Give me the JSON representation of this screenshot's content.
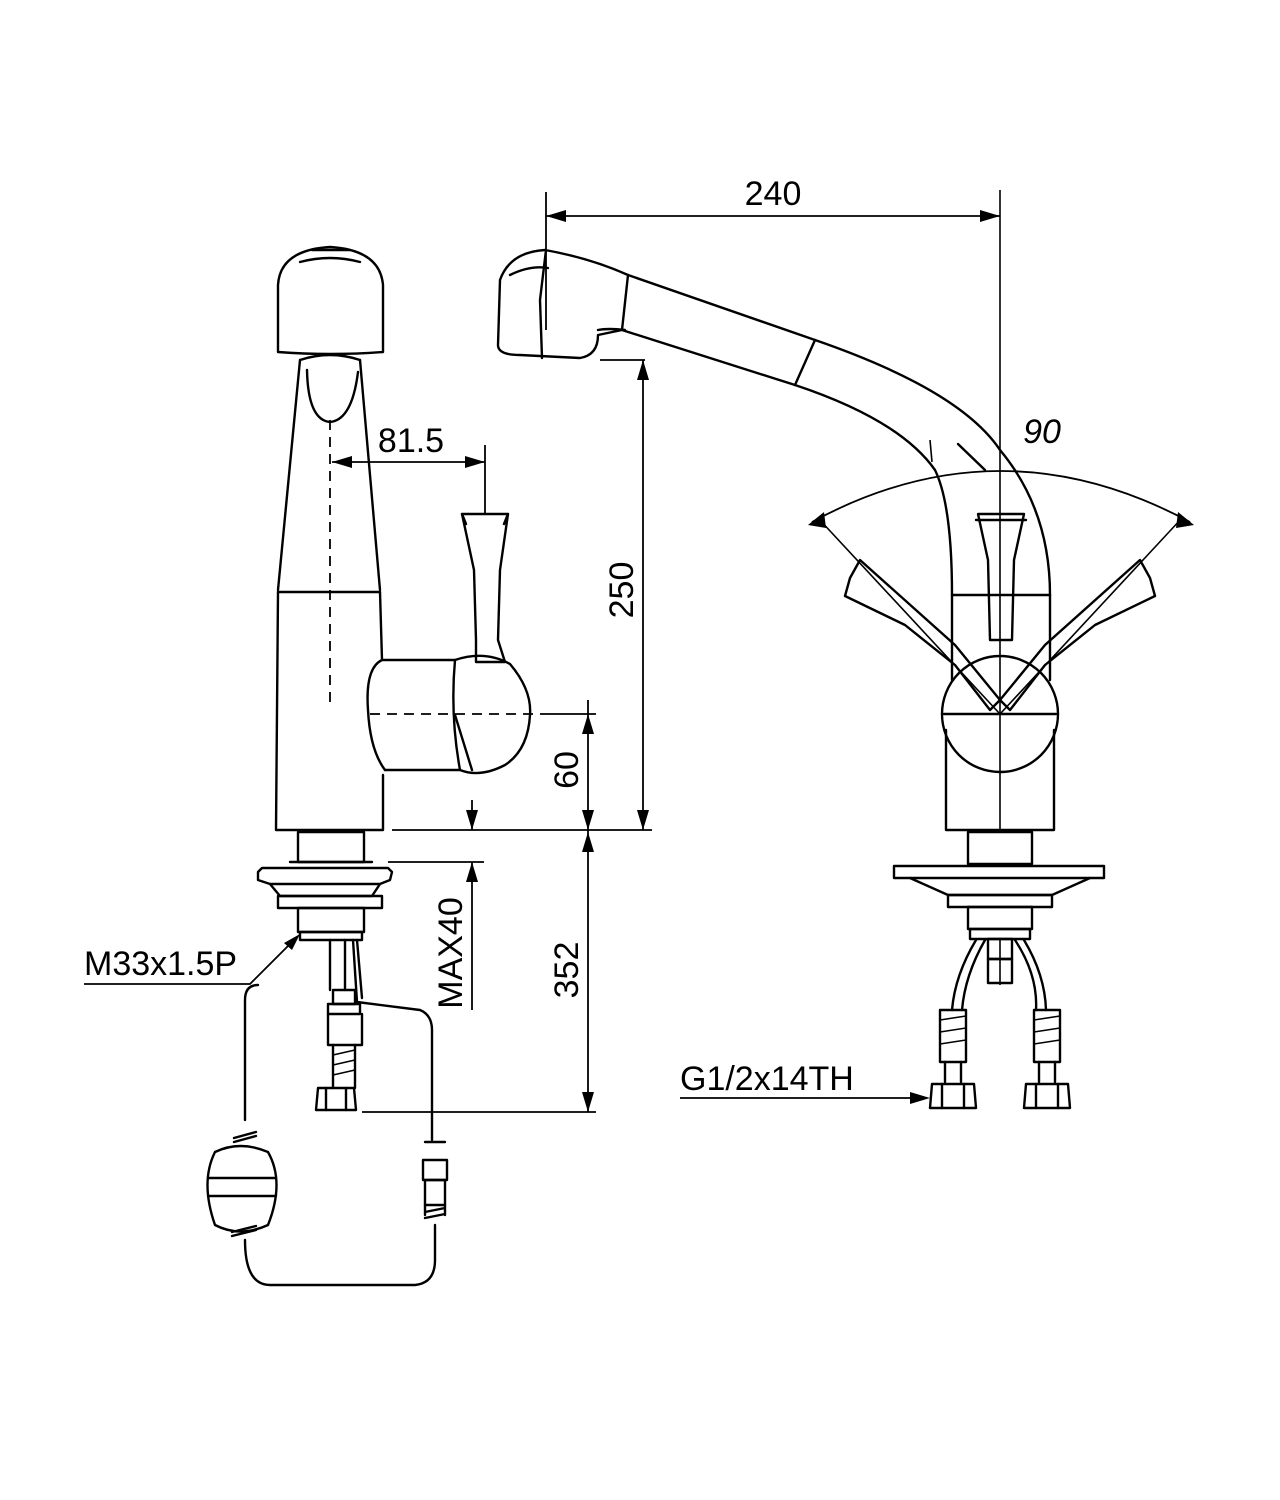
{
  "drawing": {
    "dimensions": {
      "spout_reach": "240",
      "swivel_angle": "90",
      "handle_offset": "81.5",
      "spout_height": "250",
      "handle_axis_height": "60",
      "hose_length": "352",
      "max_deck_thickness": "MAX40"
    },
    "callouts": {
      "mount_thread": "M33x1.5P",
      "inlet_thread": "G1/2x14TH"
    }
  }
}
